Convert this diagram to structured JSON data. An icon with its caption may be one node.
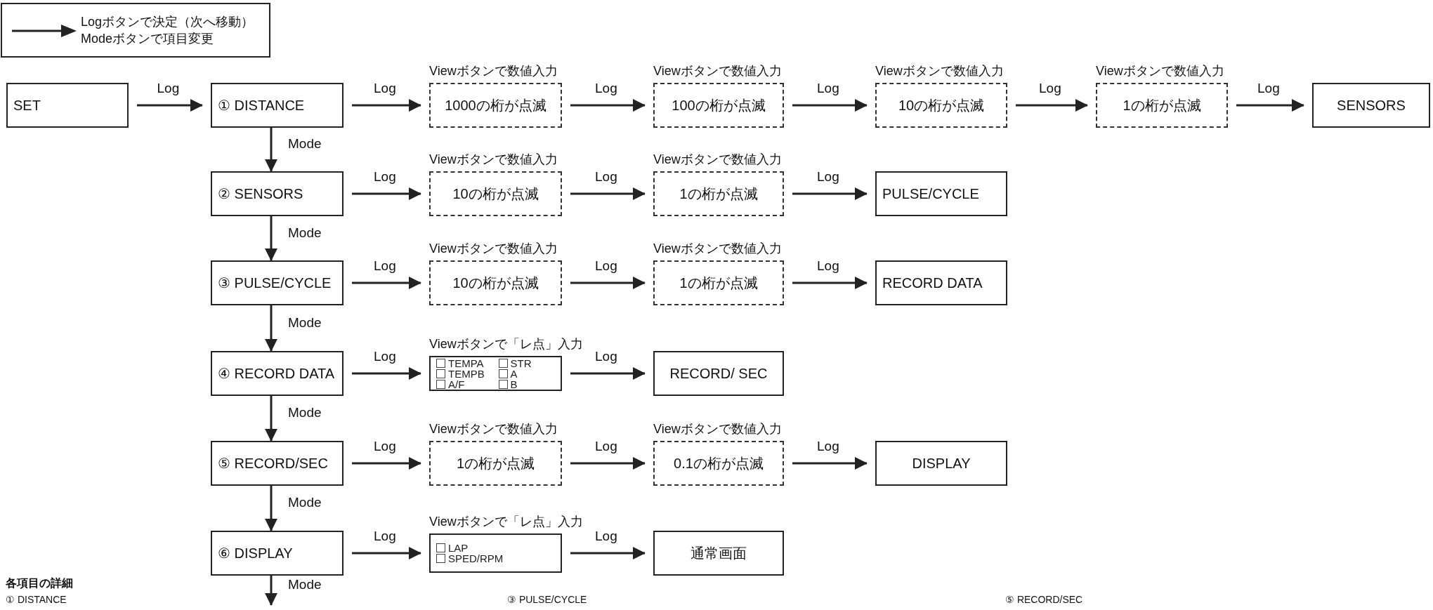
{
  "diagram": {
    "nodes": [
      {
        "text": [
          "SET"
        ]
      },
      {
        "text": [
          "① DISTANCE"
        ]
      },
      {
        "text": [
          "1000の桁が点滅"
        ],
        "beside": [
          "Viewボタンで数値入力"
        ]
      },
      {
        "text": [
          "100の桁が点滅"
        ],
        "beside": [
          "Viewボタンで数値入力"
        ]
      },
      {
        "text": [
          "10の桁が点滅"
        ],
        "beside": [
          "Viewボタンで数値入力"
        ]
      },
      {
        "text": [
          "1の桁が点滅"
        ],
        "beside": [
          "Viewボタンで数値入力"
        ]
      },
      {
        "text": [
          "SENSORS"
        ]
      },
      {
        "text": [
          "② SENSORS"
        ]
      },
      {
        "text": [
          "10の桁が点滅"
        ],
        "beside": [
          "Viewボタンで数値入力"
        ]
      },
      {
        "text": [
          "1の桁が点滅"
        ],
        "beside": [
          "Viewボタンで数値入力"
        ]
      },
      {
        "text": [
          "PULSE/CYCLE"
        ]
      },
      {
        "text": [
          "③ PULSE/CYCLE"
        ]
      },
      {
        "text": [
          "10の桁が点滅"
        ],
        "beside": [
          "Viewボタンで数値入力"
        ]
      },
      {
        "text": [
          "1の桁が点滅"
        ],
        "beside": [
          "Viewボタンで数値入力"
        ]
      },
      {
        "text": [
          "RECORD DATA"
        ]
      },
      {
        "text": [
          "④ RECORD DATA"
        ]
      },
      {
        "text": [
          "TEMPA",
          "STR",
          "TEMPB",
          "A",
          "A/F",
          "B"
        ],
        "beside": [
          "Viewボタンで「レ点」入力"
        ]
      },
      {
        "text": [
          "RECORD/ SEC"
        ]
      },
      {
        "text": [
          "⑤ RECORD/SEC"
        ]
      },
      {
        "text": [
          "1の桁が点滅"
        ],
        "beside": [
          "Viewボタンで数値入力"
        ]
      },
      {
        "text": [
          "0.1の桁が点滅"
        ],
        "beside": [
          "Viewボタンで数値入力"
        ]
      },
      {
        "text": [
          "DISPLAY"
        ]
      },
      {
        "text": [
          "⑥ DISPLAY"
        ]
      },
      {
        "text": [
          "LAP",
          "SPED/RPM"
        ],
        "beside": [
          "Viewボタンで「レ点」入力"
        ]
      },
      {
        "text": [
          "通常画面"
        ]
      }
    ],
    "edges": [
      {
        "from": 0,
        "to": 1,
        "arrow": "to",
        "label": "Log"
      },
      {
        "from": 1,
        "to": 2,
        "arrow": "to",
        "label": "Log"
      },
      {
        "from": 2,
        "to": 3,
        "arrow": "to",
        "label": "Log"
      },
      {
        "from": 3,
        "to": 4,
        "arrow": "to",
        "label": "Log"
      },
      {
        "from": 4,
        "to": 5,
        "arrow": "to",
        "label": "Log"
      },
      {
        "from": 5,
        "to": 6,
        "arrow": "to",
        "label": "Log"
      },
      {
        "from": 1,
        "to": 7,
        "arrow": "to",
        "label": "Mode"
      },
      {
        "from": 7,
        "to": 8,
        "arrow": "to",
        "label": "Log"
      },
      {
        "from": 8,
        "to": 9,
        "arrow": "to",
        "label": "Log"
      },
      {
        "from": 9,
        "to": 10,
        "arrow": "to",
        "label": "Log"
      },
      {
        "from": 7,
        "to": 11,
        "arrow": "to",
        "label": "Mode"
      },
      {
        "from": 11,
        "to": 12,
        "arrow": "to",
        "label": "Log"
      },
      {
        "from": 12,
        "to": 13,
        "arrow": "to",
        "label": "Log"
      },
      {
        "from": 13,
        "to": 14,
        "arrow": "to",
        "label": "Log"
      },
      {
        "from": 11,
        "to": 15,
        "arrow": "to",
        "label": "Mode"
      },
      {
        "from": 15,
        "to": 16,
        "arrow": "to",
        "label": "Log"
      },
      {
        "from": 16,
        "to": 17,
        "arrow": "to",
        "label": "Log"
      },
      {
        "from": 15,
        "to": 18,
        "arrow": "to",
        "label": "Mode"
      },
      {
        "from": 18,
        "to": 19,
        "arrow": "to",
        "label": "Log"
      },
      {
        "from": 19,
        "to": 20,
        "arrow": "to",
        "label": "Log"
      },
      {
        "from": 20,
        "to": 21,
        "arrow": "to",
        "label": "Log"
      },
      {
        "from": 18,
        "to": 22,
        "arrow": "to",
        "label": "Mode"
      },
      {
        "from": 22,
        "to": 23,
        "arrow": "to",
        "label": "Log"
      },
      {
        "from": 23,
        "to": 24,
        "arrow": "to",
        "label": "Log"
      },
      {
        "from": 22,
        "to": null,
        "arrow": "to",
        "label": "Mode"
      }
    ],
    "labels": [
      "各項目の詳細",
      "① DISTANCE",
      "③ PULSE/CYCLE",
      "⑤ RECORD/SEC"
    ],
    "legend": [
      {
        "text": "Logボタンで決定（次へ移動）"
      },
      {
        "text": "Modeボタンで項目変更"
      }
    ]
  }
}
